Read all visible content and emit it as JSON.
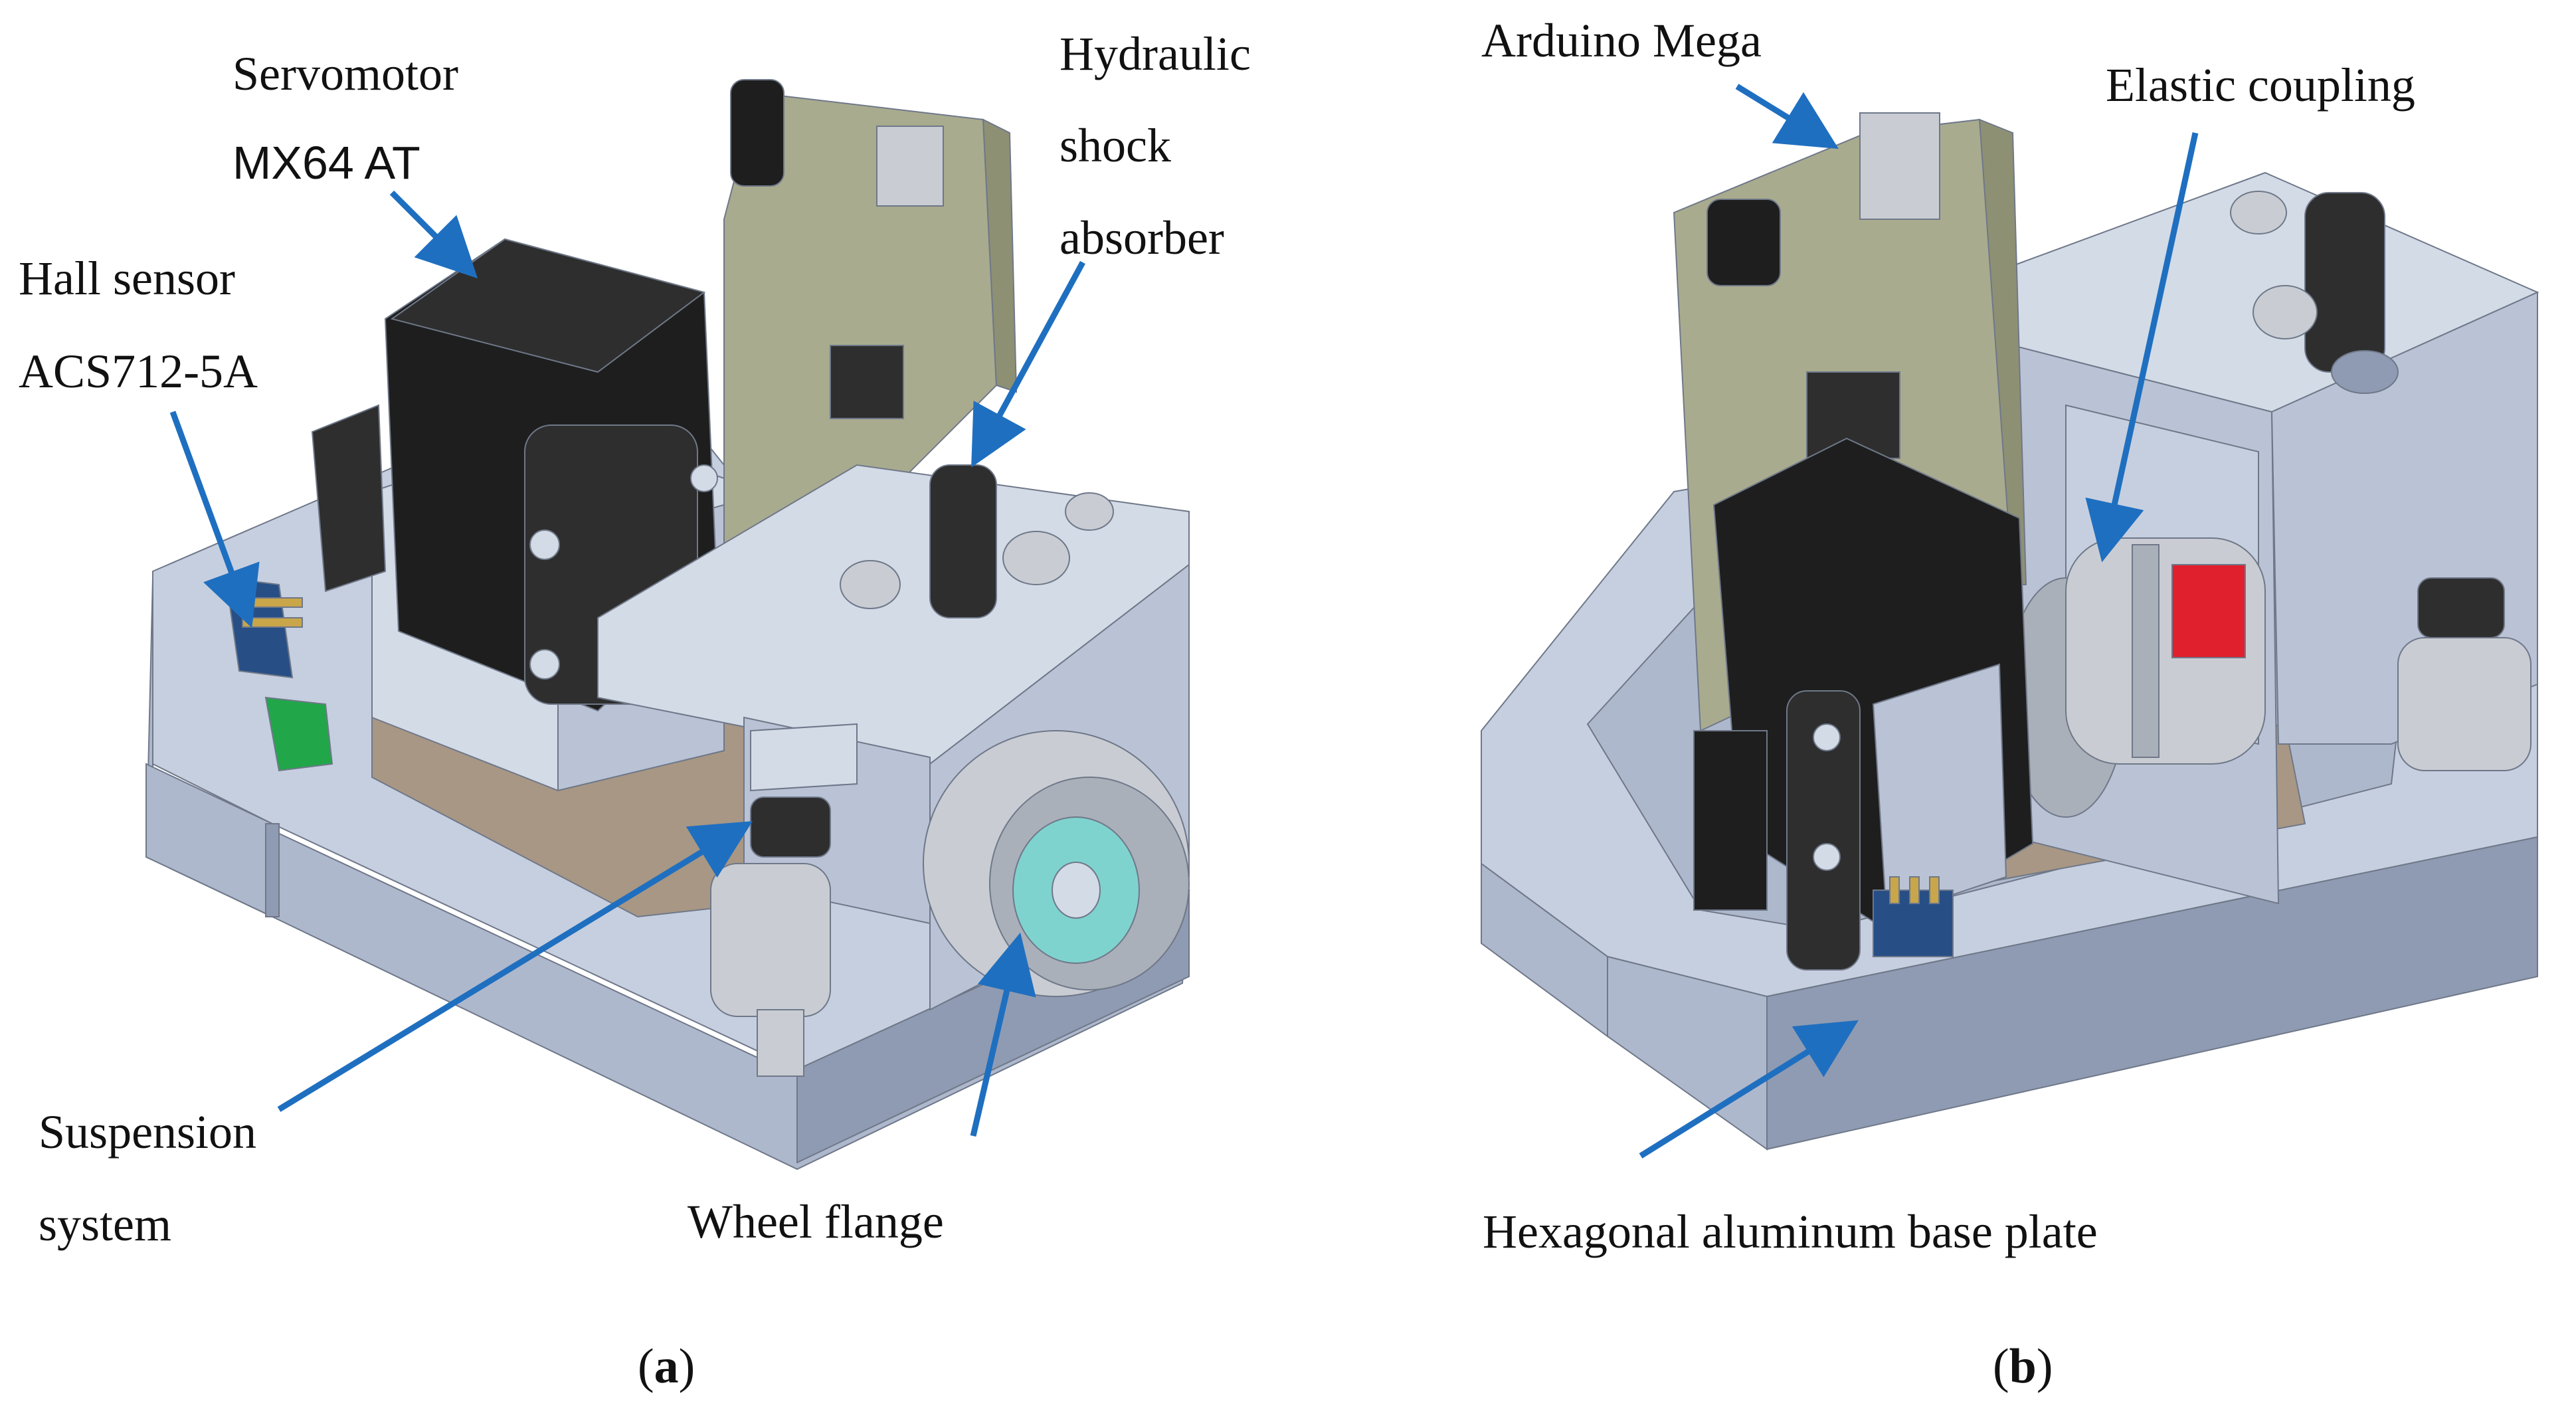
{
  "colors": {
    "arrow": "#1f6fc0",
    "base_light": "#c6cfdf",
    "base_mid": "#aeb8cc",
    "base_dark": "#8f9bb2",
    "bracket_light": "#d3dbe7",
    "bracket_mid": "#b9c3d5",
    "servo_black": "#1e1e1e",
    "servo_dark": "#2e2e2e",
    "pcb": "#a9ab8f",
    "pcb_dark": "#8e9074",
    "coupling_silver": "#c9cdd3",
    "coupling_red": "#e0202c",
    "sensor_blue": "#274f86",
    "sensor_green": "#21a64a",
    "flange_cyan": "#7fd3cf",
    "plate_tan": "#a89784",
    "gold": "#c9a64a"
  },
  "labels": {
    "servomotor": "Servomotor",
    "servo_model": "MX64 AT",
    "hall_sensor": "Hall sensor",
    "hall_model": "ACS712-5A",
    "hydraulic_1": "Hydraulic",
    "hydraulic_2": "shock",
    "hydraulic_3": "absorber",
    "suspension_1": "Suspension",
    "suspension_2": "system",
    "wheel_flange": "Wheel flange",
    "arduino": "Arduino Mega",
    "elastic": "Elastic coupling",
    "hexagonal": "Hexagonal aluminum base plate"
  },
  "captions": {
    "a": "a",
    "b": "b",
    "open": "(",
    "close": ")"
  }
}
